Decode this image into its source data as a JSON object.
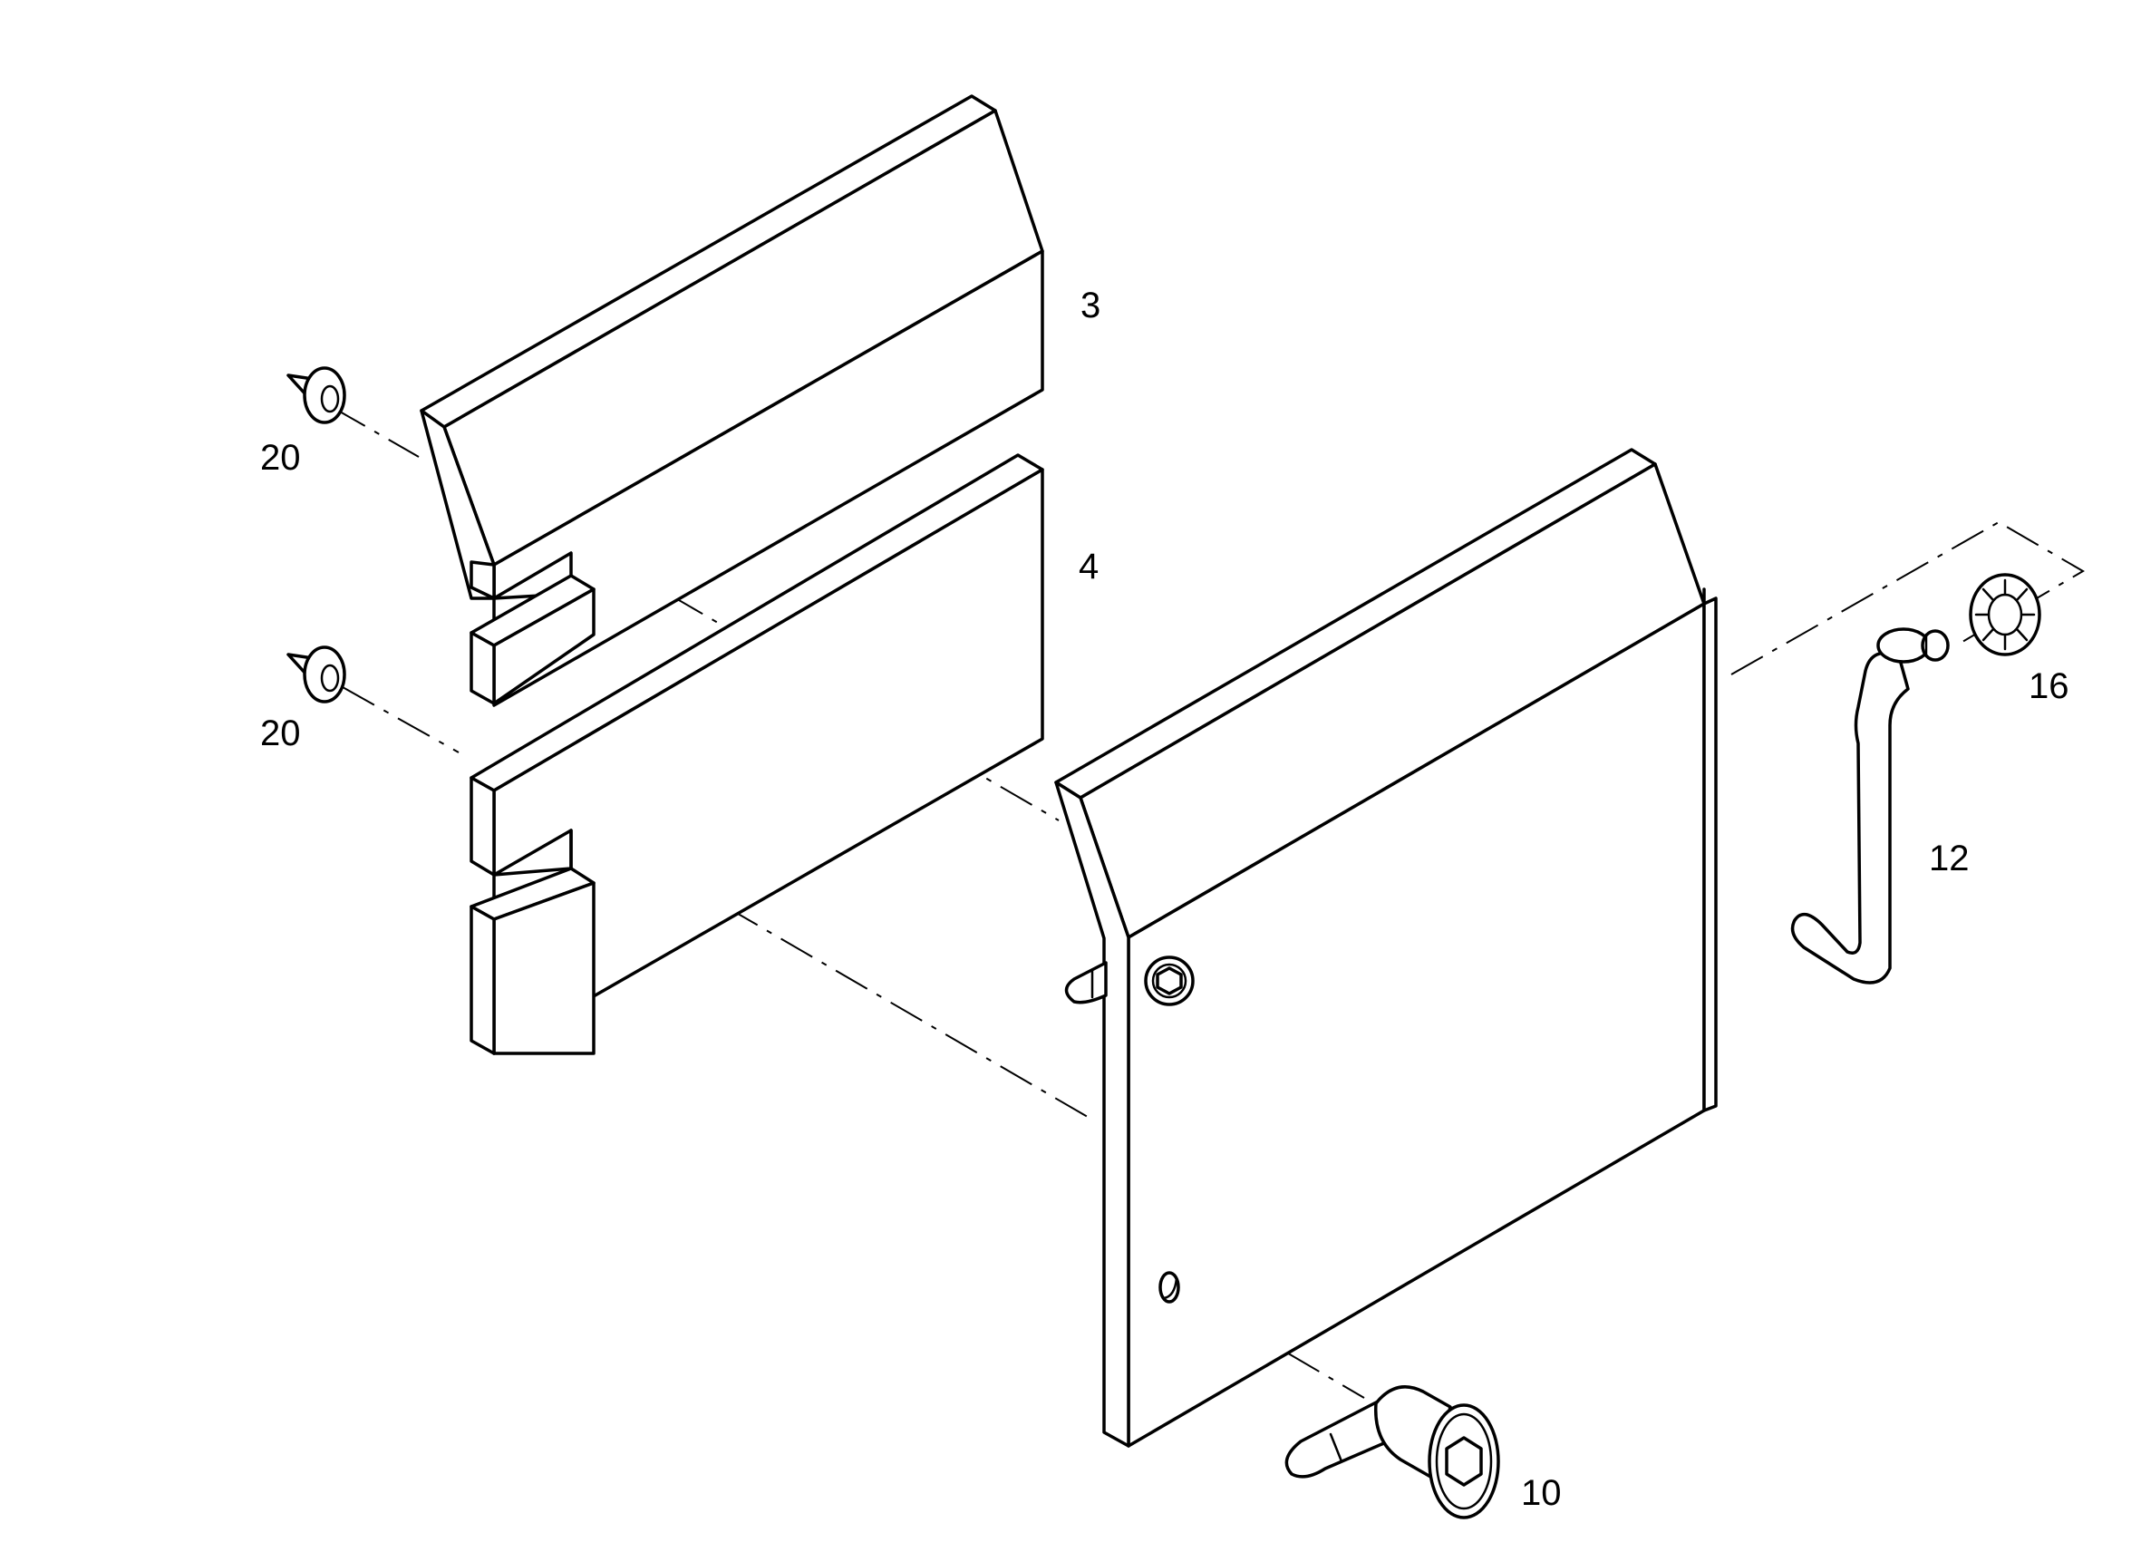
{
  "callouts": {
    "part_3": "3",
    "part_4": "4",
    "part_10": "10",
    "part_12": "12",
    "part_16": "16",
    "part_20_upper": "20",
    "part_20_lower": "20"
  },
  "colors": {
    "line": "#000000",
    "background": "#ffffff"
  }
}
